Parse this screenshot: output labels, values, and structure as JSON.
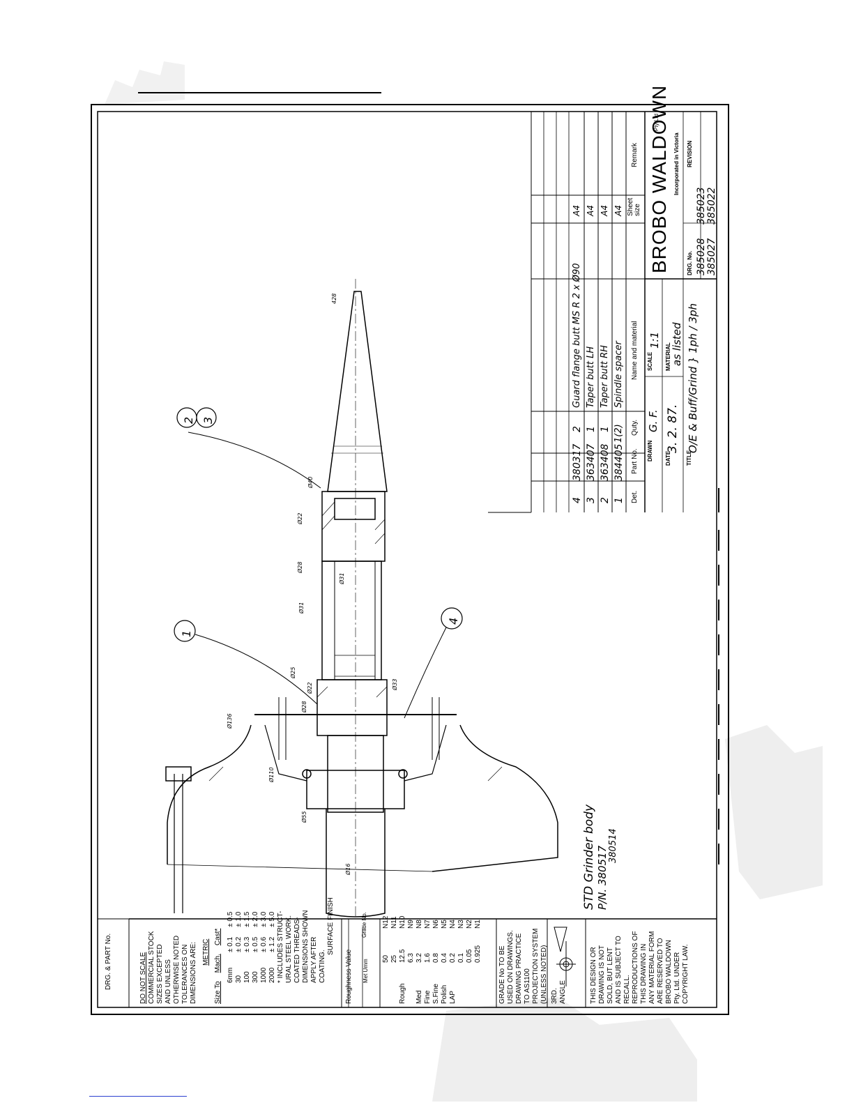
{
  "border_title": "DRG. & PART No.",
  "notes": {
    "general": [
      "DO NOT SCALE",
      "COMMERCIAL STOCK",
      "SIZES EXCEPTED",
      "AND UNLESS",
      "OTHERWISE NOTED",
      "TOLERANCES ON",
      "DIMENSIONS ARE:"
    ],
    "metric_heading": "METRIC",
    "tol_headers": [
      "Size To",
      "Mach.",
      "Cast*"
    ],
    "tol_rows": [
      [
        "6mm",
        "± 0.1",
        "± 0.5"
      ],
      [
        "30",
        "± 0.2",
        "± 1.0"
      ],
      [
        "100",
        "± 0.3",
        "± 1.5"
      ],
      [
        "300",
        "± 0.5",
        "± 2.0"
      ],
      [
        "1000",
        "± 0.6",
        "± 3.0"
      ],
      [
        "2000",
        "± 1.2",
        "± 5.0"
      ]
    ],
    "cast_note": [
      "* INCLUDES STRUCT-",
      "URAL STEEL WORK."
    ],
    "coat_note": [
      "COATED THREADS-",
      "DIMENSIONS SHOWN",
      "APPLY AFTER",
      "COATING."
    ],
    "surface_finish": "SURFACE FINISH"
  },
  "roughness": {
    "heading": "Roughness Value",
    "col_met": "Met Umm",
    "col_grade": "Grade No.",
    "rows": [
      [
        "",
        "50",
        "N12"
      ],
      [
        "",
        "25",
        "N11"
      ],
      [
        "Rough",
        "12.5",
        "N10"
      ],
      [
        "",
        "6.3",
        "N9"
      ],
      [
        "Med",
        "3.2",
        "N8"
      ],
      [
        "Fine",
        "1.6",
        "N7"
      ],
      [
        "S.Fine",
        "0.8",
        "N6"
      ],
      [
        "Polish",
        "0.4",
        "N5"
      ],
      [
        "LAP",
        "0.2",
        "N4"
      ],
      [
        "",
        "0.1",
        "N3"
      ],
      [
        "",
        "0.05",
        "N2"
      ],
      [
        "",
        "0.925",
        "N1"
      ]
    ]
  },
  "grade_note": [
    "GRADE No TO BE",
    "USED ON DRAWINGS.",
    "DRAWING PRACTICE",
    "TO AS1100",
    "PROJECTION SYSTEM",
    "(UNLESS NOTED)"
  ],
  "angle_label": [
    "3RD.",
    "ANGLE"
  ],
  "copyright": [
    "THIS DESIGN OR",
    "DRAWING IS NOT",
    "SOLD, BUT LENT",
    "AND IS SUBJECT TO",
    "RECALL.",
    "REPRODUCTIONS OF",
    "THIS DRAWING IN",
    "ANY MATERIAL FORM",
    "ARE RESERVED TO",
    "BROBO WALDOWN",
    "Pty. Ltd. UNDER",
    "COPYRIGHT LAW."
  ],
  "body_label": [
    "STD Grinder body",
    "P/N. 380517",
    "380514"
  ],
  "balloons": [
    "1",
    "2",
    "3",
    "4"
  ],
  "parts_list": {
    "headers": [
      "Det.",
      "Part No.",
      "Quty.",
      "Name and material",
      "Sheet size",
      "Remark"
    ],
    "rows": [
      [
        "4",
        "380317",
        "2",
        "Guard flange butt  MS  R 2 x Ø90",
        "A4",
        ""
      ],
      [
        "3",
        "363407",
        "1",
        "Taper butt LH",
        "A4",
        ""
      ],
      [
        "2",
        "363408",
        "1",
        "Taper butt RH",
        "A4",
        ""
      ],
      [
        "1",
        "384405",
        "1(2)",
        "Spindle spacer",
        "A4",
        ""
      ]
    ]
  },
  "title_block": {
    "drawn_label": "DRAWN",
    "drawn_value": "G. F.",
    "scale_label": "SCALE",
    "scale_value": "1:1",
    "date_label": "DATE",
    "date_value": "3. 2. 87.",
    "material_label": "MATERIAL",
    "material_value": "as listed",
    "title_label": "TITLE",
    "title_value": "O/E & Buff/Grind } 1ph / 3ph",
    "company": "BROBO WALDOWN",
    "company_suffix": "Pty Ltd",
    "company_sub": "Incorporated in Victoria",
    "drg_label": "DRG. No.",
    "drg_values": [
      "385028",
      "385027"
    ],
    "revision_label": "REVISION",
    "revision_values": [
      "385023",
      "385022"
    ]
  },
  "dimension_marks": [
    "428",
    "Ø40",
    "Ø22",
    "Ø28",
    "Ø31",
    "Ø31",
    "Ø25",
    "Ø33",
    "Ø22",
    "Ø28",
    "Ø136",
    "Ø110",
    "Ø55",
    "Ø16"
  ]
}
